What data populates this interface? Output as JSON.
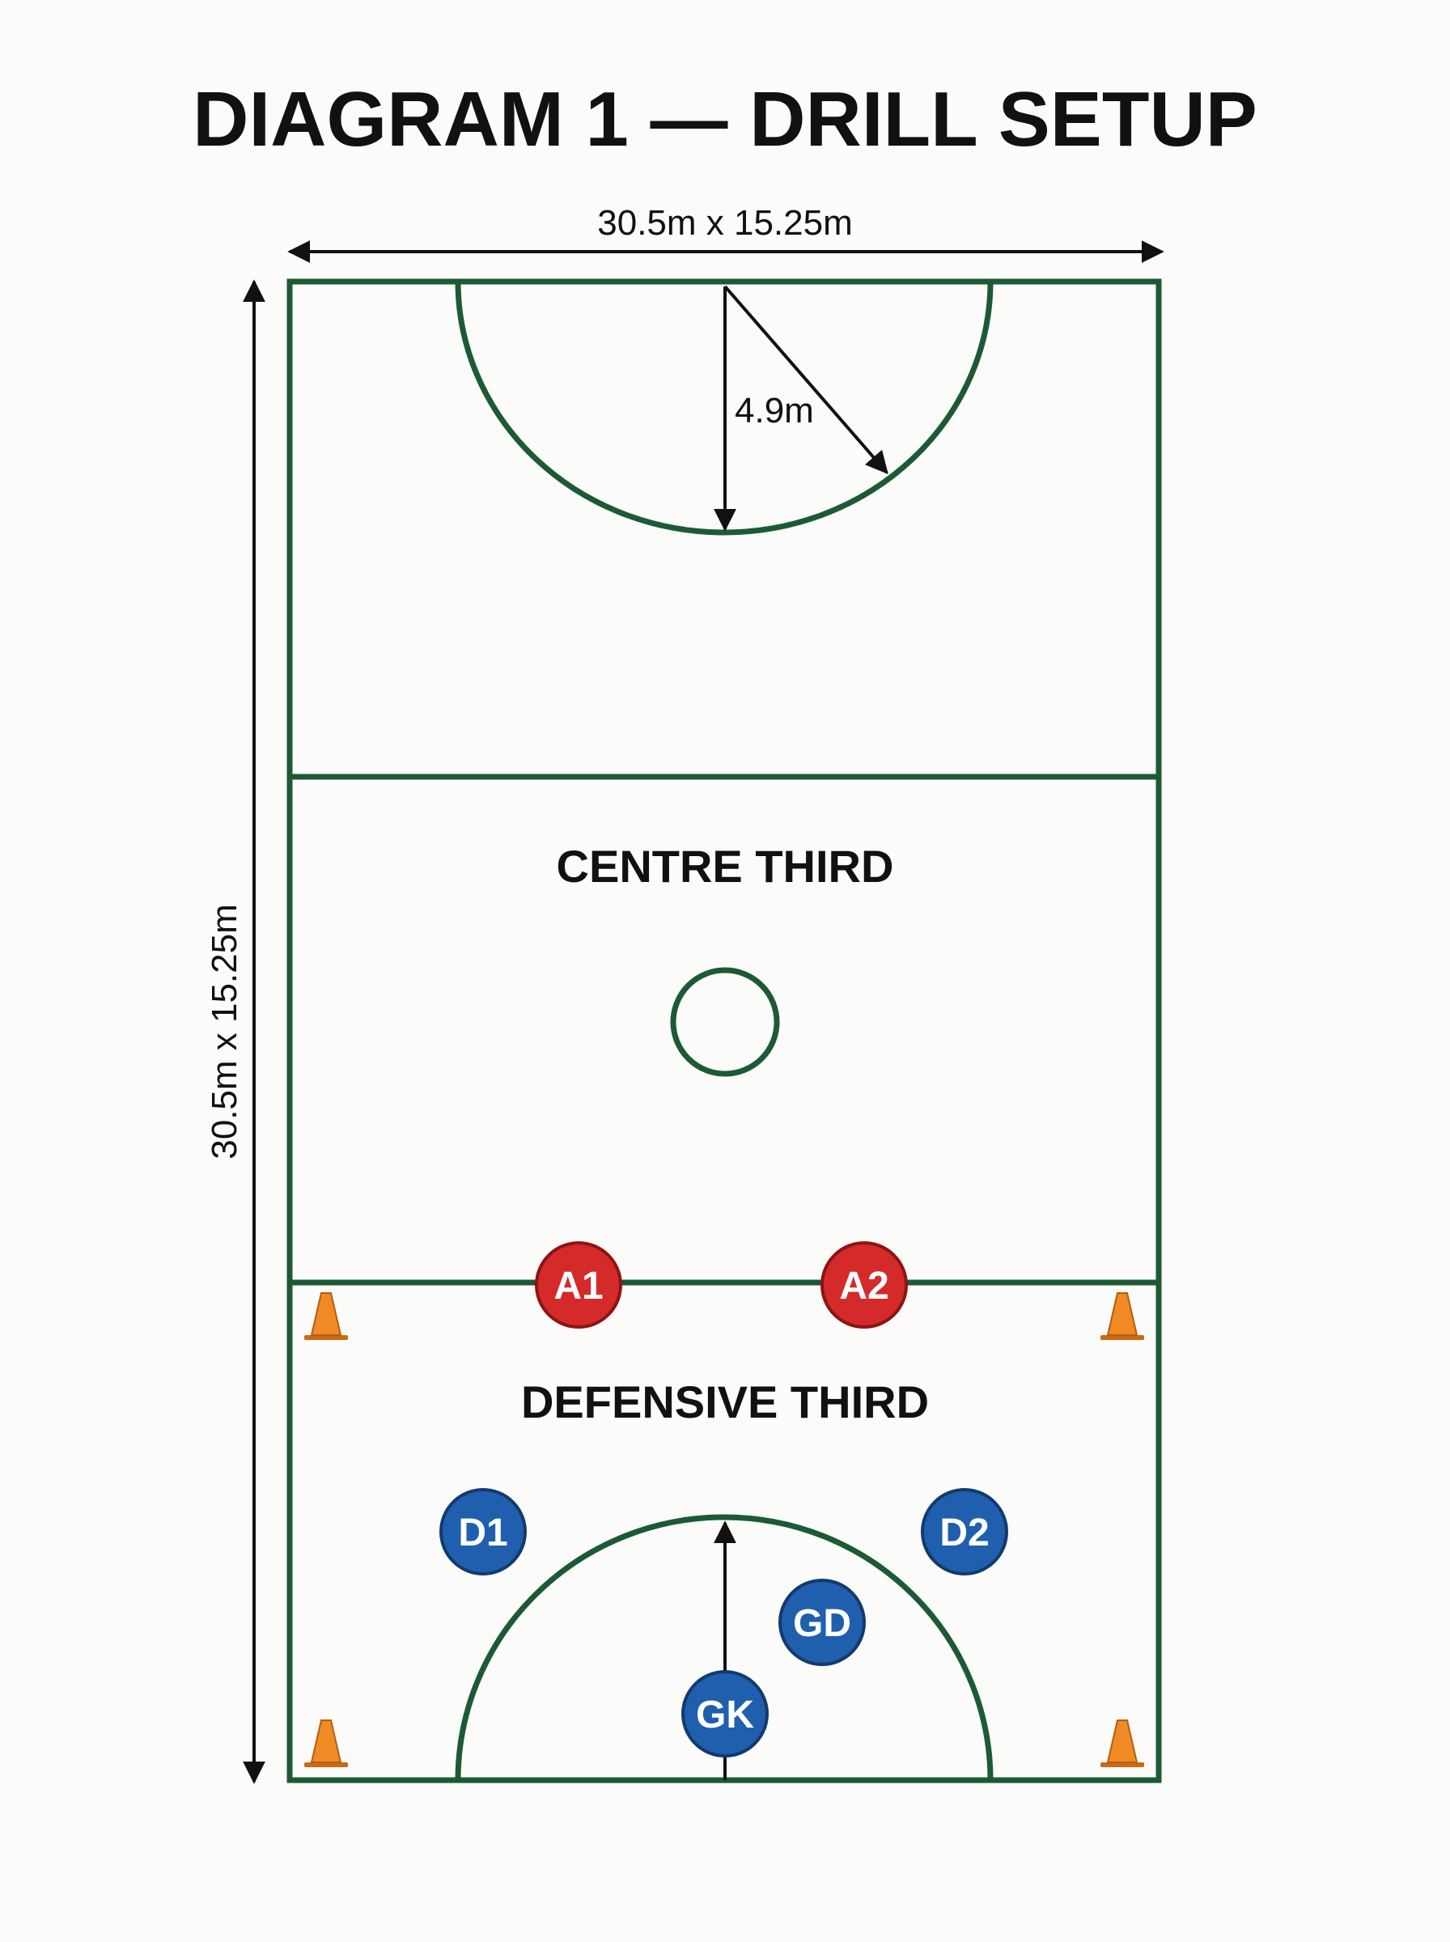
{
  "title": "DIAGRAM 1 — DRILL SETUP",
  "dimensions": {
    "width_label": "30.5m x 15.25m",
    "height_label": "30.5m x 15.25m",
    "radius_label": "4.9m"
  },
  "zones": {
    "centre_third": "CENTRE THIRD",
    "defensive_third": "DEFENSIVE THIRD"
  },
  "players": {
    "attackers": [
      {
        "label": "A1"
      },
      {
        "label": "A2"
      }
    ],
    "defenders": [
      {
        "label": "D1"
      },
      {
        "label": "D2"
      },
      {
        "label": "GD"
      },
      {
        "label": "GK"
      }
    ]
  },
  "colors": {
    "court_line": "#1c5a34",
    "attacker": "#d42a2a",
    "defender": "#1f5fae",
    "cone": "#f08a24",
    "arrow": "#111111",
    "background": "#fbfbf9"
  },
  "icons": {
    "marker": "training-cone-icon"
  }
}
